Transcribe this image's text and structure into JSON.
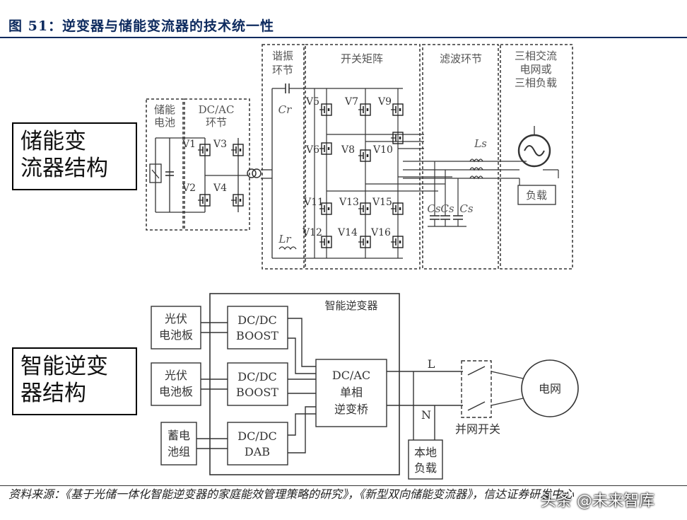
{
  "figure": {
    "title": "图 51：逆变器与储能变流器的技术统一性",
    "source": "资料来源：《基于光储一体化智能逆变器的家庭能效管理策略的研究》，《新型双向储能变流器》，信达证券研发中心",
    "watermark": "头条 @未来智库"
  },
  "pcs": {
    "caption": [
      "储能变",
      "流器结构"
    ],
    "battery_label": [
      "储能",
      "电池"
    ],
    "dcac_label": [
      "DC/AC",
      "环节"
    ],
    "resonant_label": [
      "谐振",
      "环节"
    ],
    "matrix_label": "开关矩阵",
    "filter_label": "滤波环节",
    "grid_label": [
      "三相交流",
      "电网或",
      "三相负载"
    ],
    "load_label": "负载",
    "cap_cr": "Cr",
    "ind_lr": "Lr",
    "ind_ls": "Ls",
    "caps_cs": [
      "Cs",
      "Cs",
      "Cs"
    ],
    "dcac_switches": [
      "V1",
      "V3",
      "V2",
      "V4"
    ],
    "matrix_switches": [
      "V5",
      "V7",
      "V9",
      "V6",
      "V8",
      "V10",
      "V11",
      "V13",
      "V15",
      "V12",
      "V14",
      "V16"
    ]
  },
  "inverter": {
    "caption": [
      "智能逆变",
      "器结构"
    ],
    "box_title": "智能逆变器",
    "pv1": [
      "光伏",
      "电池板"
    ],
    "pv2": [
      "光伏",
      "电池板"
    ],
    "battery": [
      "蓄电",
      "池组"
    ],
    "boost1": [
      "DC/DC",
      "BOOST"
    ],
    "boost2": [
      "DC/DC",
      "BOOST"
    ],
    "dab": [
      "DC/DC",
      "DAB"
    ],
    "dcac": [
      "DC/AC",
      "单相",
      "逆变桥"
    ],
    "line_l": "L",
    "line_n": "N",
    "local_load": [
      "本地",
      "负载"
    ],
    "grid_switch": "并网开关",
    "grid": "电网"
  }
}
